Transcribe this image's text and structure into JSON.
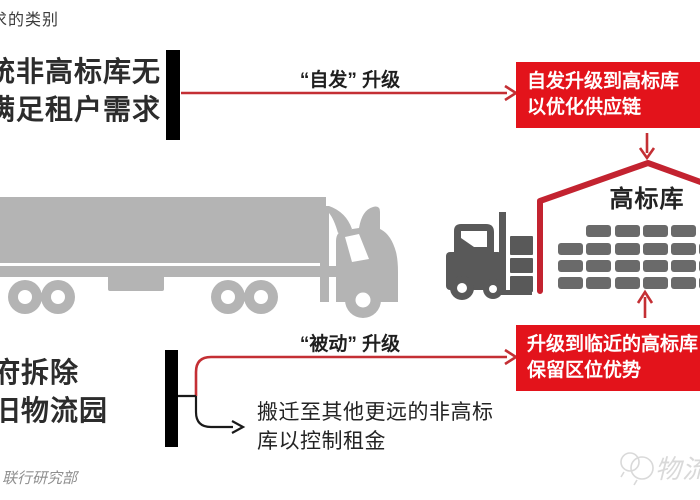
{
  "colors": {
    "result_box_red": "#e3131b",
    "flow_line_red": "#c42f34",
    "roof_red": "#c32330",
    "truck_gray": "#b4b4b4",
    "forklift_gray": "#595959",
    "block_gray": "#6a6a6a",
    "bar_black": "#000000"
  },
  "header": {
    "title_partial": "求的类别"
  },
  "top_flow": {
    "cause_line1": "统非高标库无",
    "cause_line2": "满足租户需求",
    "arrow_label": "“自发” 升级",
    "result_line1": "自发升级到高标库",
    "result_line2": "以优化供应链"
  },
  "warehouse": {
    "label": "高标库"
  },
  "bottom_flow": {
    "cause_line1": "府拆除",
    "cause_line2": "旧物流园",
    "arrow_label": "“被动” 升级",
    "result_line1": "升级到临近的高标库",
    "result_line2": "保留区位优势",
    "alt_line1": "搬迁至其他更远的非高标",
    "alt_line2": "库以控制租金"
  },
  "footer": {
    "source": "联行研究部",
    "watermark": "物流"
  }
}
